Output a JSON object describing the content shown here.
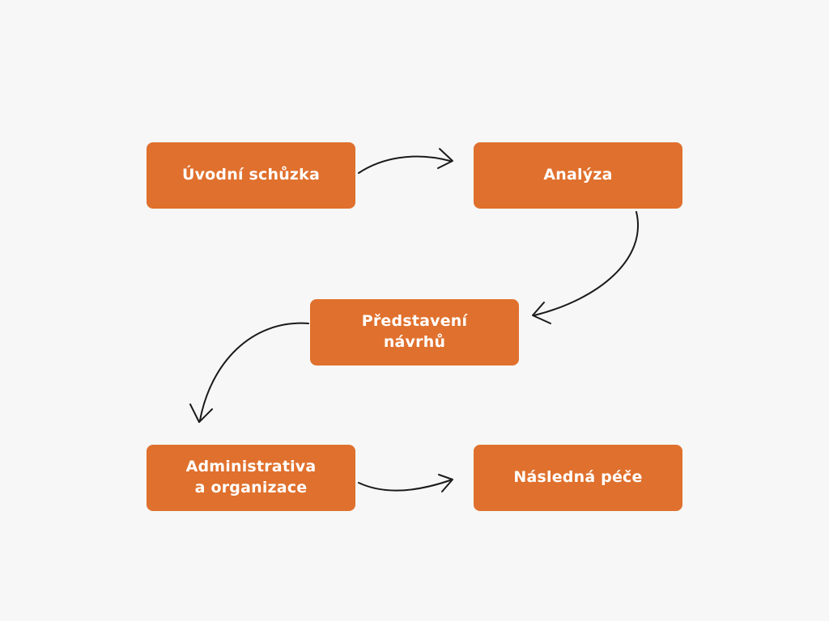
{
  "diagram": {
    "steps": [
      {
        "label": "Úvodní schůzka"
      },
      {
        "label": "Analýza"
      },
      {
        "label": "Představení\nnávrhů"
      },
      {
        "label": "Administrativa\na organizace"
      },
      {
        "label": "Následná péče"
      }
    ],
    "colors": {
      "background": "#f6f7f6",
      "box_fill": "#e0702d",
      "box_text": "#ffffff",
      "arrow": "#1a1a1a"
    }
  }
}
